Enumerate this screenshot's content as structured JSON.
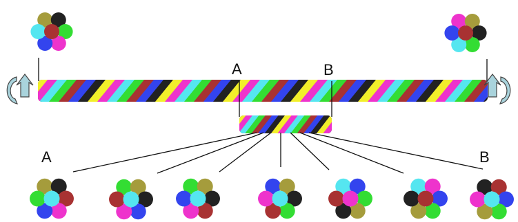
{
  "labels": {
    "a_top": "A",
    "b_top": "B",
    "a_bottom": "A",
    "b_bottom": "B"
  },
  "palette": {
    "olive": "#a59c3c",
    "black": "#222222",
    "green": "#33dd33",
    "magenta": "#ee33cc",
    "maroon": "#a83232",
    "blue": "#3344ee",
    "cyan": "#55e6f0",
    "yellow": "#f2ef2a",
    "arrow": "#a9d3dc",
    "arrow_edge": "#444444"
  },
  "rope_stripes": [
    "yellow",
    "magenta",
    "cyan",
    "green",
    "maroon",
    "blue",
    "black"
  ],
  "cross_sections": {
    "top_left": [
      "olive",
      "black",
      "green",
      "magenta",
      "blue",
      "cyan",
      "maroon"
    ],
    "top_right": [
      "magenta",
      "olive",
      "black",
      "green",
      "cyan",
      "blue",
      "maroon"
    ],
    "bottom": [
      [
        "olive",
        "black",
        "maroon",
        "magenta",
        "blue",
        "green",
        "cyan"
      ],
      [
        "green",
        "olive",
        "black",
        "blue",
        "magenta",
        "maroon",
        "cyan"
      ],
      [
        "green",
        "olive",
        "black",
        "maroon",
        "magenta",
        "blue",
        "cyan"
      ],
      [
        "blue",
        "olive",
        "black",
        "green",
        "maroon",
        "magenta",
        "cyan"
      ],
      [
        "cyan",
        "blue",
        "green",
        "olive",
        "black",
        "maroon",
        "magenta"
      ],
      [
        "cyan",
        "magenta",
        "blue",
        "green",
        "olive",
        "black",
        "maroon"
      ],
      [
        "black",
        "maroon",
        "blue",
        "green",
        "olive",
        "magenta",
        "cyan"
      ]
    ]
  },
  "icons": {
    "left_arrow": "rotate-counterclockwise-arrow-icon",
    "right_arrow": "rotate-clockwise-arrow-icon"
  }
}
